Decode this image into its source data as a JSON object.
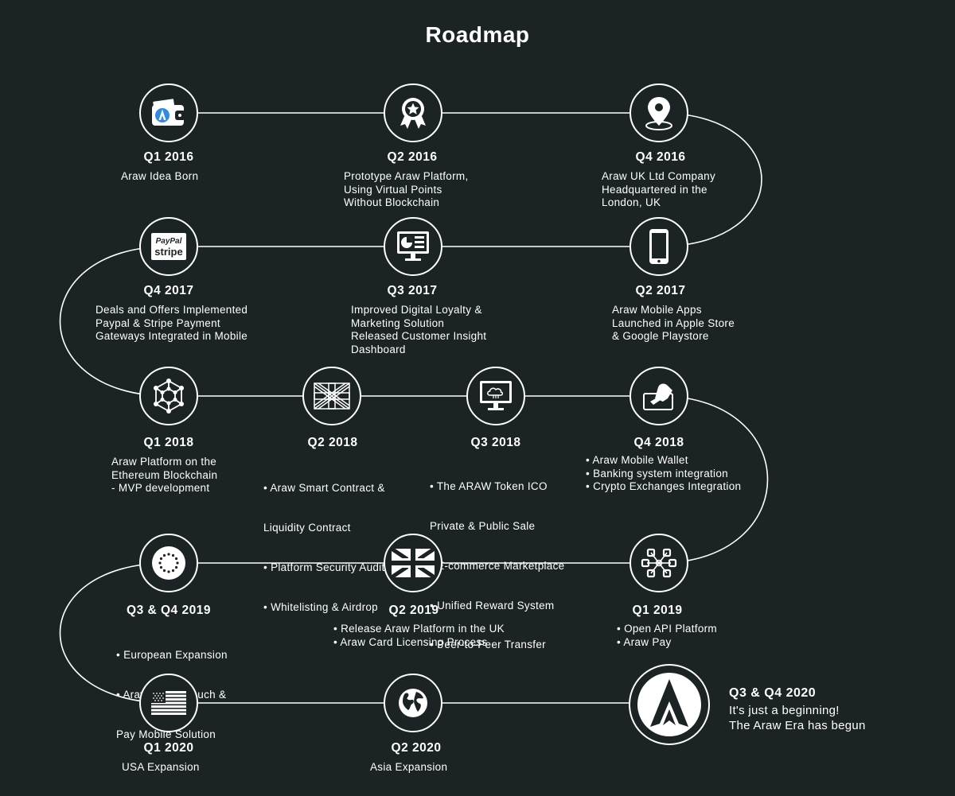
{
  "title": "Roadmap",
  "colors": {
    "background": "#1b2324",
    "line": "#ffffff",
    "text": "#ffffff"
  },
  "milestones": [
    {
      "quarter": "Q1 2016",
      "icon": "wallet-icon",
      "lines": [
        "Araw Idea Born"
      ]
    },
    {
      "quarter": "Q2 2016",
      "icon": "award-badge-icon",
      "lines": [
        "Prototype Araw Platform,",
        "Using Virtual Points",
        "Without Blockchain"
      ]
    },
    {
      "quarter": "Q4 2016",
      "icon": "map-pin-icon",
      "lines": [
        "Araw UK Ltd Company",
        "Headquartered in the",
        "London, UK"
      ]
    },
    {
      "quarter": "Q2 2017",
      "icon": "smartphone-icon",
      "lines": [
        "Araw Mobile Apps",
        "Launched in Apple Store",
        "& Google Playstore"
      ]
    },
    {
      "quarter": "Q3 2017",
      "icon": "dashboard-monitor-icon",
      "lines": [
        "Improved Digital Loyalty &",
        "Marketing Solution",
        "Released Customer Insight",
        "Dashboard"
      ]
    },
    {
      "quarter": "Q4 2017",
      "icon": "paypal-stripe-icon",
      "icon_text": [
        "PayPal",
        "stripe"
      ],
      "lines": [
        "Deals and Offers Implemented",
        "Paypal & Stripe Payment",
        "Gateways Integrated in Mobile"
      ]
    },
    {
      "quarter": "Q1 2018",
      "icon": "blockchain-network-icon",
      "lines": [
        "Araw Platform on the",
        "Ethereum Blockchain",
        "- MVP development"
      ]
    },
    {
      "quarter": "Q2 2018",
      "icon": "uk-flag-outline-icon",
      "lines": [
        "• Araw Smart Contract &",
        "  Liquidity Contract",
        "• Platform Security Audit",
        "• Whitelisting & Airdrop"
      ]
    },
    {
      "quarter": "Q3 2018",
      "icon": "cloud-monitor-icon",
      "lines": [
        "• The ARAW Token ICO",
        "  Private & Public Sale",
        "• E-commerce Marketplace",
        "• Unified Reward System",
        "• Peer-to-Peer Transfer"
      ]
    },
    {
      "quarter": "Q4 2018",
      "icon": "card-payment-icon",
      "lines": [
        "• Araw Mobile Wallet",
        "• Banking system integration",
        "• Crypto Exchanges Integration"
      ]
    },
    {
      "quarter": "Q1 2019",
      "icon": "api-network-icon",
      "lines": [
        "• Open API Platform",
        "• Araw Pay"
      ]
    },
    {
      "quarter": "Q2 2019",
      "icon": "uk-flag-icon",
      "lines": [
        "• Release Araw Platform in the UK",
        "• Araw Card Licensing Process"
      ]
    },
    {
      "quarter": "Q3 & Q4 2019",
      "icon": "eu-flag-icon",
      "lines": [
        "• European Expansion",
        "• Araw Card - Touch &",
        "  Pay Mobile Solution"
      ]
    },
    {
      "quarter": "Q1 2020",
      "icon": "usa-flag-icon",
      "lines": [
        "USA Expansion"
      ]
    },
    {
      "quarter": "Q2 2020",
      "icon": "globe-icon",
      "lines": [
        "Asia Expansion"
      ]
    }
  ],
  "final": {
    "quarter": "Q3 & Q4 2020",
    "icon": "araw-logo-icon",
    "lines": [
      "It's just a beginning!",
      "The Araw Era has begun"
    ]
  }
}
